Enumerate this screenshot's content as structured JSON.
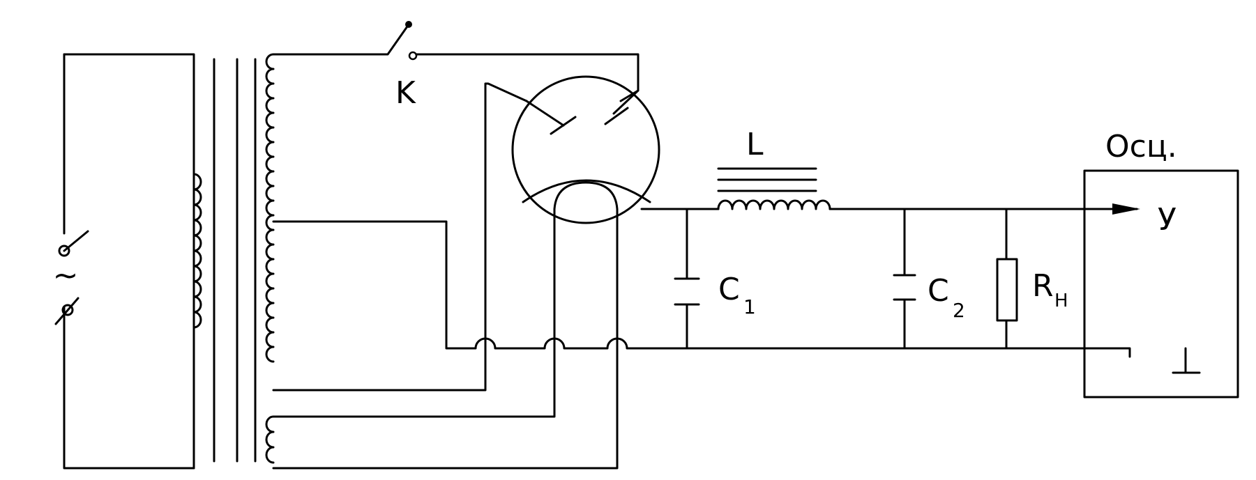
{
  "labels": {
    "source": "~",
    "switch": "K",
    "inductor": "L",
    "capacitor1": {
      "main": "C",
      "sub": "1"
    },
    "capacitor2": {
      "main": "C",
      "sub": "2"
    },
    "load": {
      "main": "R",
      "sub": "H"
    },
    "scope": "Осц.",
    "scope_input": "У",
    "ground": "⊥"
  }
}
